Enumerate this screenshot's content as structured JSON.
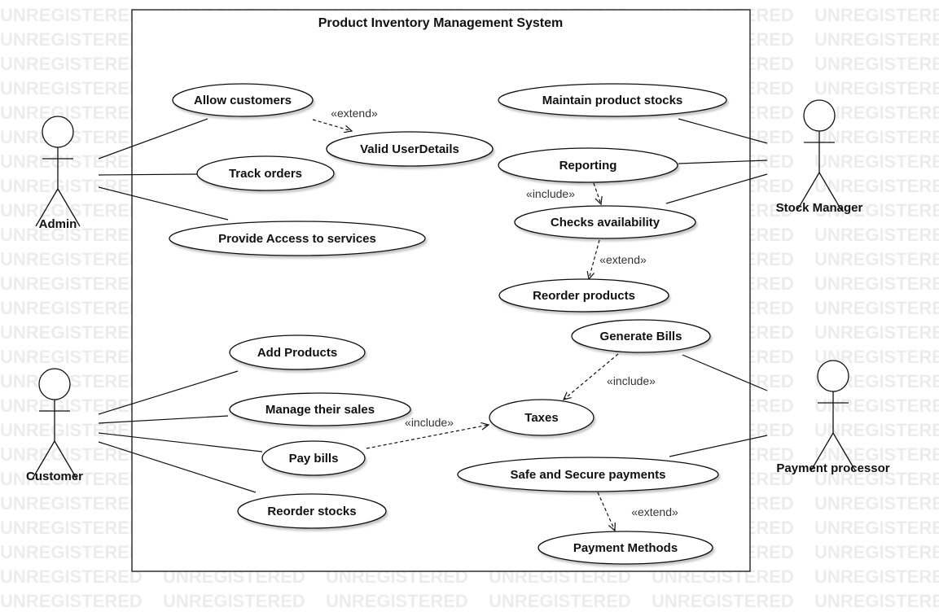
{
  "watermark": "UNREGISTERED",
  "system": {
    "title": "Product Inventory Management System"
  },
  "actors": [
    {
      "id": "admin",
      "name": "Admin"
    },
    {
      "id": "stock-manager",
      "name": "Stock Manager"
    },
    {
      "id": "customer",
      "name": "Customer"
    },
    {
      "id": "payment-processor",
      "name": "Payment processor"
    }
  ],
  "use_cases": [
    {
      "id": "allow-customers",
      "label": "Allow customers"
    },
    {
      "id": "valid-userdetails",
      "label": "Valid UserDetails"
    },
    {
      "id": "track-orders",
      "label": "Track orders"
    },
    {
      "id": "provide-access",
      "label": "Provide Access to services"
    },
    {
      "id": "maintain-stocks",
      "label": "Maintain product stocks"
    },
    {
      "id": "reporting",
      "label": "Reporting"
    },
    {
      "id": "checks-availability",
      "label": "Checks availability"
    },
    {
      "id": "reorder-products",
      "label": "Reorder products"
    },
    {
      "id": "generate-bills",
      "label": "Generate Bills"
    },
    {
      "id": "add-products",
      "label": "Add Products"
    },
    {
      "id": "manage-sales",
      "label": "Manage their sales"
    },
    {
      "id": "taxes",
      "label": "Taxes"
    },
    {
      "id": "pay-bills",
      "label": "Pay bills"
    },
    {
      "id": "safe-payments",
      "label": "Safe and Secure payments"
    },
    {
      "id": "reorder-stocks",
      "label": "Reorder stocks"
    },
    {
      "id": "payment-methods",
      "label": "Payment Methods"
    }
  ],
  "associations": [
    {
      "actor": "admin",
      "use_case": "allow-customers"
    },
    {
      "actor": "admin",
      "use_case": "track-orders"
    },
    {
      "actor": "admin",
      "use_case": "provide-access"
    },
    {
      "actor": "stock-manager",
      "use_case": "maintain-stocks"
    },
    {
      "actor": "stock-manager",
      "use_case": "reporting"
    },
    {
      "actor": "stock-manager",
      "use_case": "checks-availability"
    },
    {
      "actor": "customer",
      "use_case": "add-products"
    },
    {
      "actor": "customer",
      "use_case": "manage-sales"
    },
    {
      "actor": "customer",
      "use_case": "pay-bills"
    },
    {
      "actor": "customer",
      "use_case": "reorder-stocks"
    },
    {
      "actor": "payment-processor",
      "use_case": "generate-bills"
    },
    {
      "actor": "payment-processor",
      "use_case": "safe-payments"
    }
  ],
  "dependencies": [
    {
      "from": "allow-customers",
      "to": "valid-userdetails",
      "stereotype": "«extend»"
    },
    {
      "from": "reporting",
      "to": "checks-availability",
      "stereotype": "«include»"
    },
    {
      "from": "checks-availability",
      "to": "reorder-products",
      "stereotype": "«extend»"
    },
    {
      "from": "generate-bills",
      "to": "taxes",
      "stereotype": "«include»"
    },
    {
      "from": "pay-bills",
      "to": "taxes",
      "stereotype": "«include»"
    },
    {
      "from": "safe-payments",
      "to": "payment-methods",
      "stereotype": "«extend»"
    }
  ]
}
